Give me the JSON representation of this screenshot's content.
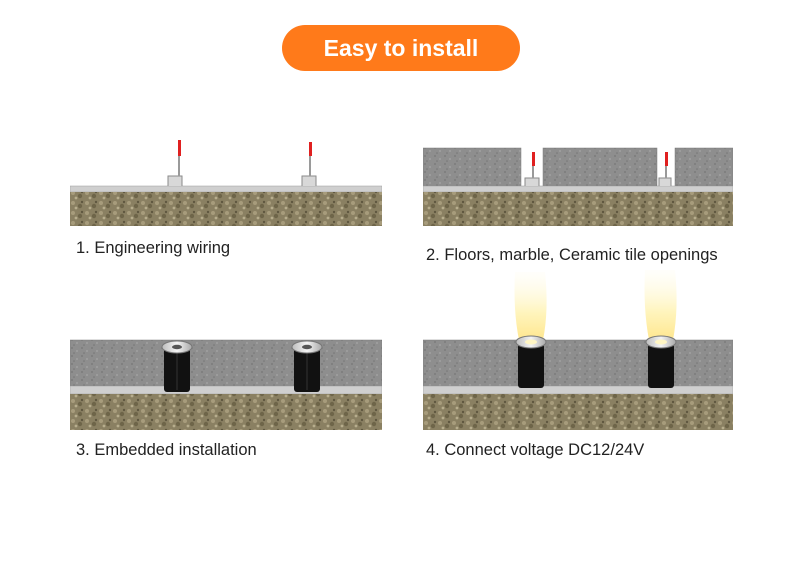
{
  "title": "Easy to install",
  "steps": [
    {
      "label": "1. Engineering wiring"
    },
    {
      "label": "2. Floors, marble, Ceramic tile openings"
    },
    {
      "label": "3. Embedded installation"
    },
    {
      "label": "4. Connect voltage DC12/24V"
    }
  ],
  "colors": {
    "accent": "#ff7a1a",
    "slab": "#8c8c8c",
    "soil": "#8a8062",
    "strip": "#c8c8c8",
    "wire": "#e02020",
    "light_housing": "#111111",
    "light_glow": "#fff3b0"
  }
}
